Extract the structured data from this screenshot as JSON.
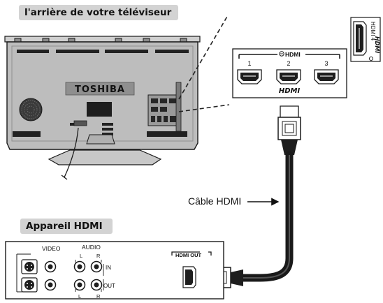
{
  "banner_tv": "l'arrière de votre téléviseur",
  "banner_device": "Appareil HDMI",
  "tv_brand": "TOSHIBA",
  "hdmi_panel": {
    "title": "HDMI",
    "port_numbers": [
      "1",
      "2",
      "3"
    ],
    "logo": "HDMI"
  },
  "side_panel": {
    "label": "HDMI 4",
    "logo": "HDMI"
  },
  "cable_label": "Câble HDMI",
  "device_panel": {
    "video_label": "VIDEO",
    "audio_label": "AUDIO",
    "l_label": "L",
    "r_label": "R",
    "in_label": "IN",
    "out_label": "OUT",
    "hdmi_out_label": "HDMI OUT"
  }
}
